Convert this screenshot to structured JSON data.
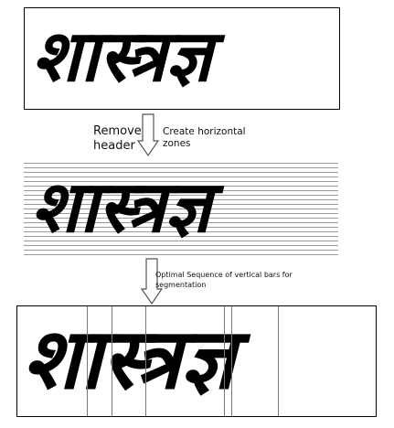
{
  "panels": {
    "top": {
      "word": "शास्त्रज्ञ"
    },
    "middle": {
      "word": "शास्त्रज्ञ"
    },
    "bottom": {
      "word": "शास्त्रज्ञ"
    }
  },
  "labels": {
    "remove_header": "Remove header",
    "create_zones": "Create horizontal zones",
    "optimal_sequence": "Optimal Sequence of vertical bars for segmentation"
  },
  "segmentation_bars_count": 6
}
